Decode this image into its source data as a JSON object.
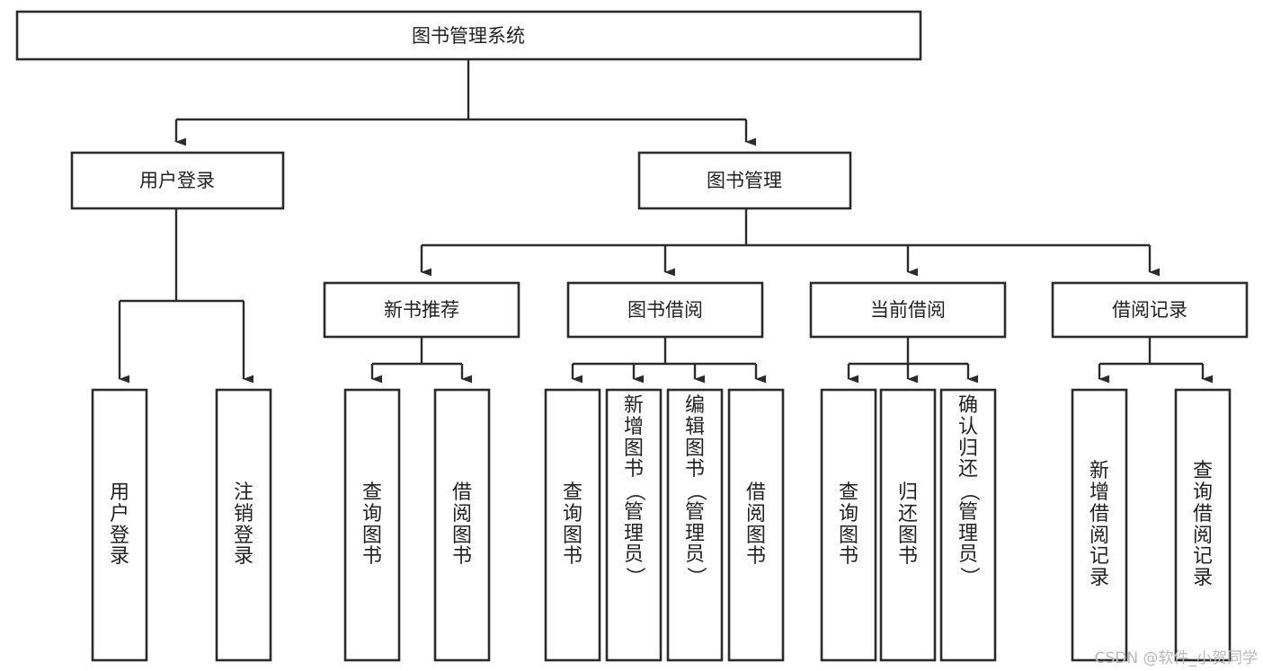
{
  "diagram": {
    "title": "图书管理系统",
    "watermark": "CSDN @软件_小贺同学",
    "colors": {
      "stroke": "#2b2b2b",
      "fill": "#ffffff",
      "text": "#222222",
      "watermark": "#b9b9b9"
    },
    "root": {
      "label": "图书管理系统"
    },
    "level2": [
      {
        "label": "用户登录"
      },
      {
        "label": "图书管理"
      }
    ],
    "level3": [
      {
        "label": "新书推荐"
      },
      {
        "label": "图书借阅"
      },
      {
        "label": "当前借阅"
      },
      {
        "label": "借阅记录"
      }
    ],
    "leaves": {
      "user_login": [
        {
          "label": "用户登录"
        },
        {
          "label": "注销登录"
        }
      ],
      "new_book": [
        {
          "label": "查询图书"
        },
        {
          "label": "借阅图书"
        }
      ],
      "borrow_book": [
        {
          "label": "查询图书"
        },
        {
          "label": "新增图书（管理员）"
        },
        {
          "label": "编辑图书（管理员）"
        },
        {
          "label": "借阅图书"
        }
      ],
      "current_borrow": [
        {
          "label": "查询图书"
        },
        {
          "label": "归还图书"
        },
        {
          "label": "确认归还（管理员）"
        }
      ],
      "borrow_record": [
        {
          "label": "新增借阅记录"
        },
        {
          "label": "查询借阅记录"
        }
      ]
    }
  }
}
